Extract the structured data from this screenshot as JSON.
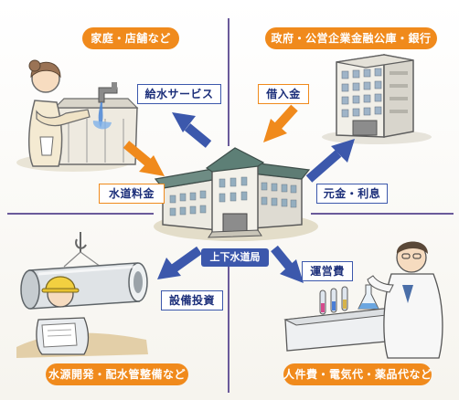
{
  "center": {
    "label": "上下水道局"
  },
  "quadrants": {
    "top_left": {
      "label": "家庭・店舗など",
      "icon": "household-faucet-icon"
    },
    "top_right": {
      "label": "政府・公営企業金融公庫・銀行",
      "icon": "bank-building-icon"
    },
    "bottom_left": {
      "label": "水源開発・配水管整備など",
      "icon": "construction-worker-icon"
    },
    "bottom_right": {
      "label": "人件費・電気代・薬品代など",
      "icon": "laboratory-scientist-icon"
    }
  },
  "flows": {
    "water_supply": "給水サービス",
    "water_fee": "水道料金",
    "borrowing": "借入金",
    "repayment": "元金・利息",
    "investment": "設備投資",
    "operating_cost": "運営費"
  },
  "colors": {
    "accent_orange": "#f08a1c",
    "accent_blue": "#3c58ac",
    "divider": "#6a5a9a"
  }
}
